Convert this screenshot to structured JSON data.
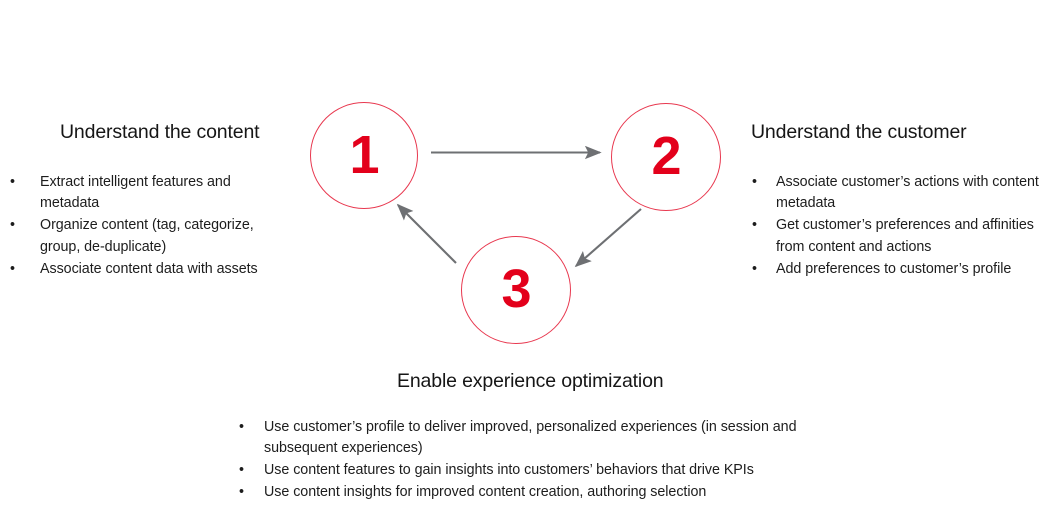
{
  "slide": {
    "background_color": "#ffffff",
    "accent_red": "#e3001b",
    "circle_stroke": "#e8384f",
    "arrow_color": "#6e7073",
    "text_color": "#1d1d1d"
  },
  "sections": {
    "left": {
      "heading": "Understand the content",
      "bullet_marker": "•",
      "items": [
        "Extract intelligent features and metadata",
        "Organize content (tag, categorize, group, de-duplicate)",
        "Associate content data with assets"
      ]
    },
    "right": {
      "heading": "Understand the customer",
      "bullet_marker": "•",
      "items": [
        "Associate customer’s actions with content metadata",
        "Get customer’s preferences and affinities from content and actions",
        "Add preferences to customer’s profile"
      ]
    },
    "bottom": {
      "heading": "Enable experience optimization",
      "bullet_marker": "•",
      "items": [
        "Use customer’s profile to deliver improved, personalized experiences (in session and subsequent experiences)",
        "Use content features to gain insights into customers’ behaviors that drive KPIs",
        "Use content insights for improved content creation, authoring selection"
      ]
    }
  },
  "cycle": {
    "nodes": [
      {
        "label": "1",
        "name": "node-one"
      },
      {
        "label": "2",
        "name": "node-two"
      },
      {
        "label": "3",
        "name": "node-three"
      }
    ],
    "arrows": [
      {
        "from": "1",
        "to": "2",
        "direction": "right"
      },
      {
        "from": "2",
        "to": "3",
        "direction": "down-left"
      },
      {
        "from": "3",
        "to": "1",
        "direction": "up-left"
      }
    ]
  }
}
